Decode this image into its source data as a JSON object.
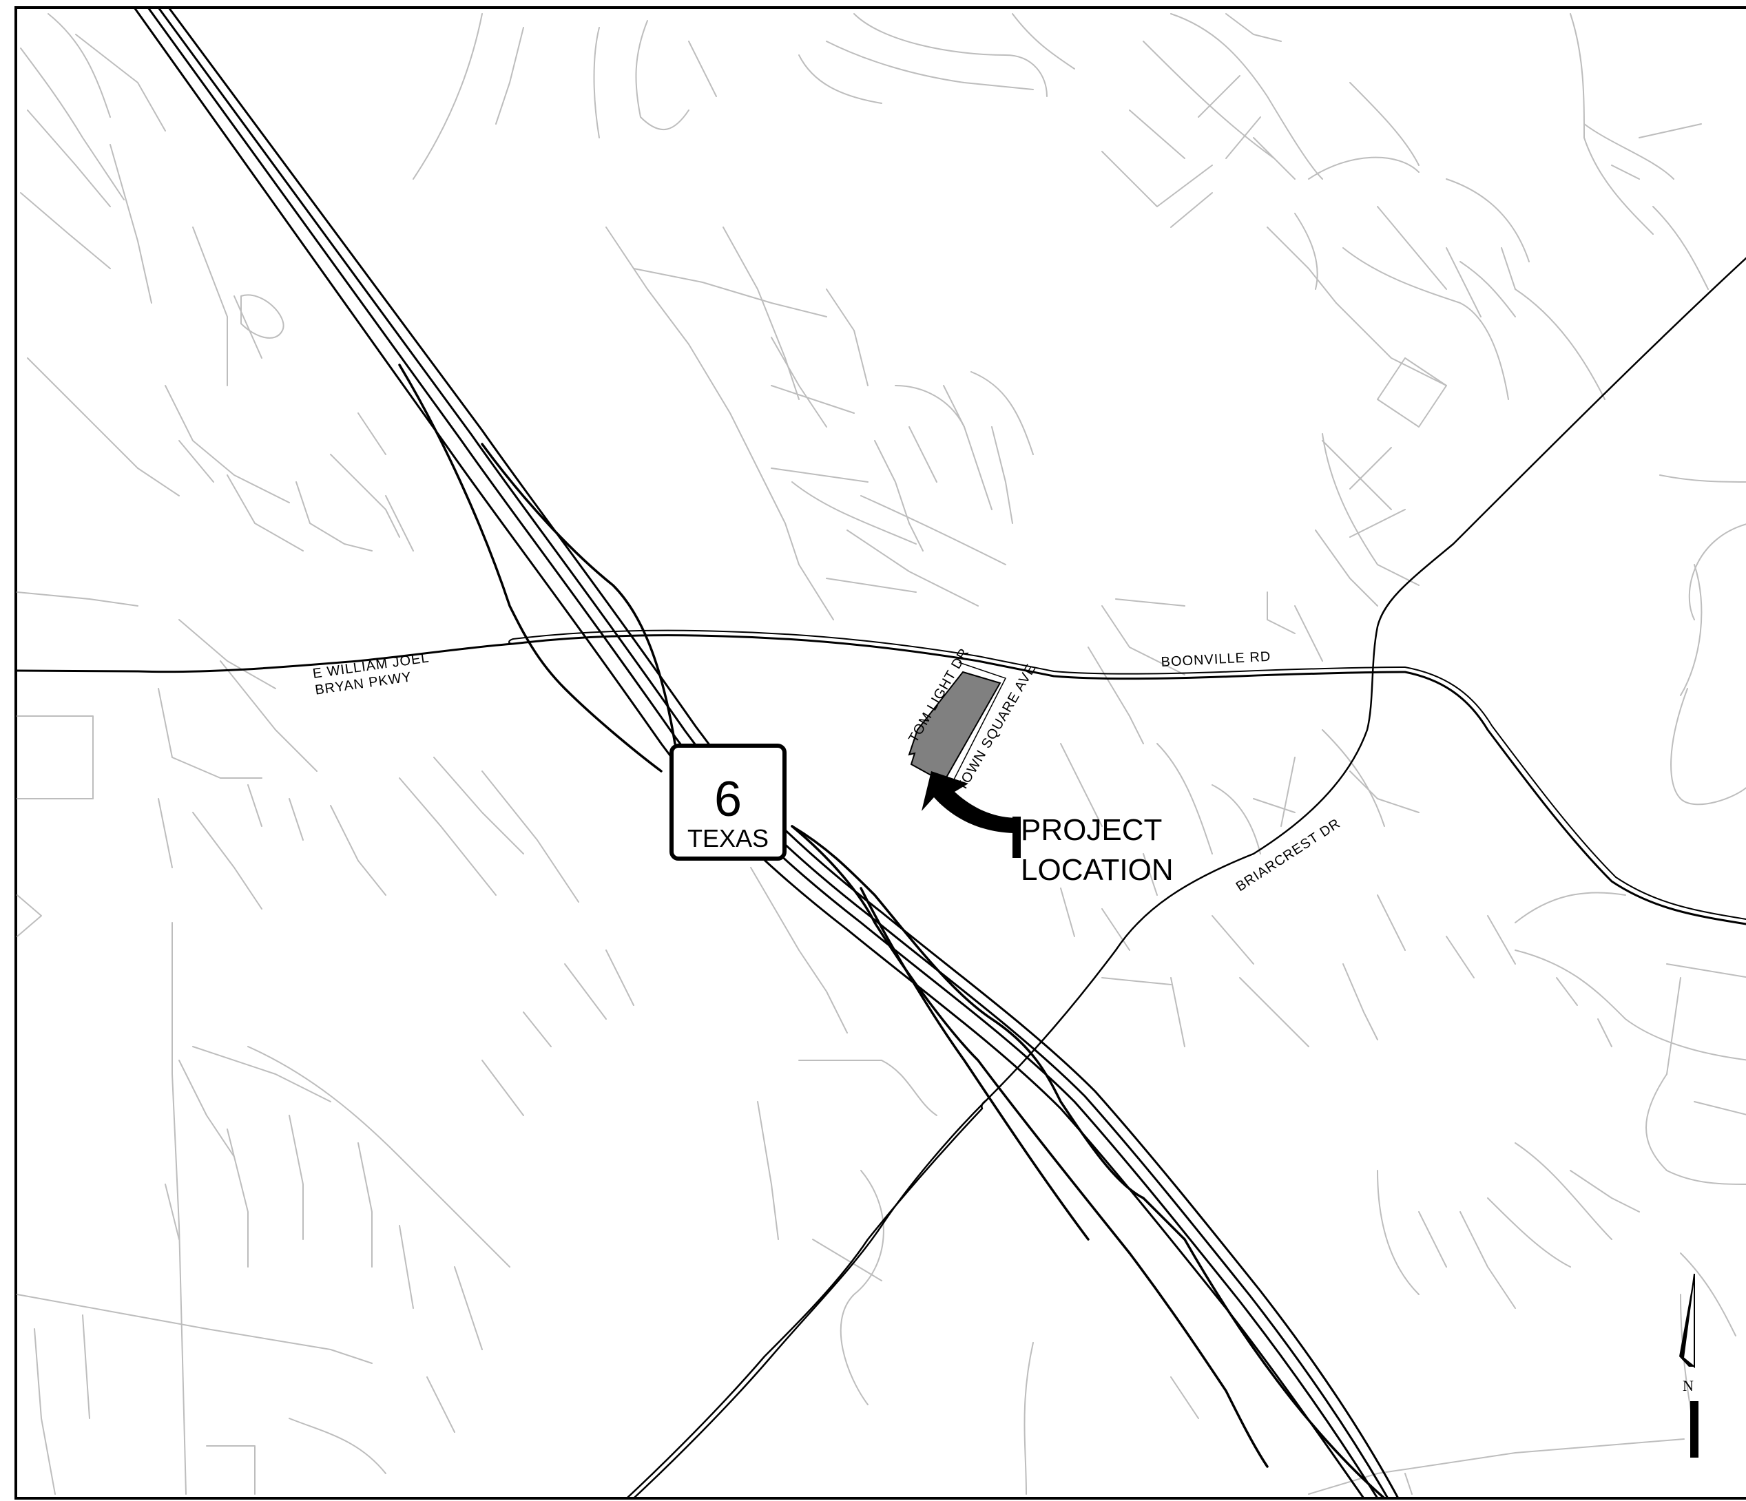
{
  "highway_shield": {
    "number": "6",
    "state": "TEXAS"
  },
  "streets": {
    "william_joel_line1": "E WILLIAM JOEL",
    "william_joel_line2": "BRYAN PKWY",
    "boonville": "BOONVILLE RD",
    "tom_light": "TOM LIGHT DR",
    "town_square": "TOWN SQUARE AVE",
    "briarcrest": "BRIARCREST DR"
  },
  "callout": {
    "line1": "PROJECT",
    "line2": "LOCATION"
  },
  "north_arrow": {
    "label": "N"
  },
  "colors": {
    "site_fill": "#808080",
    "minor_street": "#bdbdbd",
    "major_road": "#000000"
  }
}
